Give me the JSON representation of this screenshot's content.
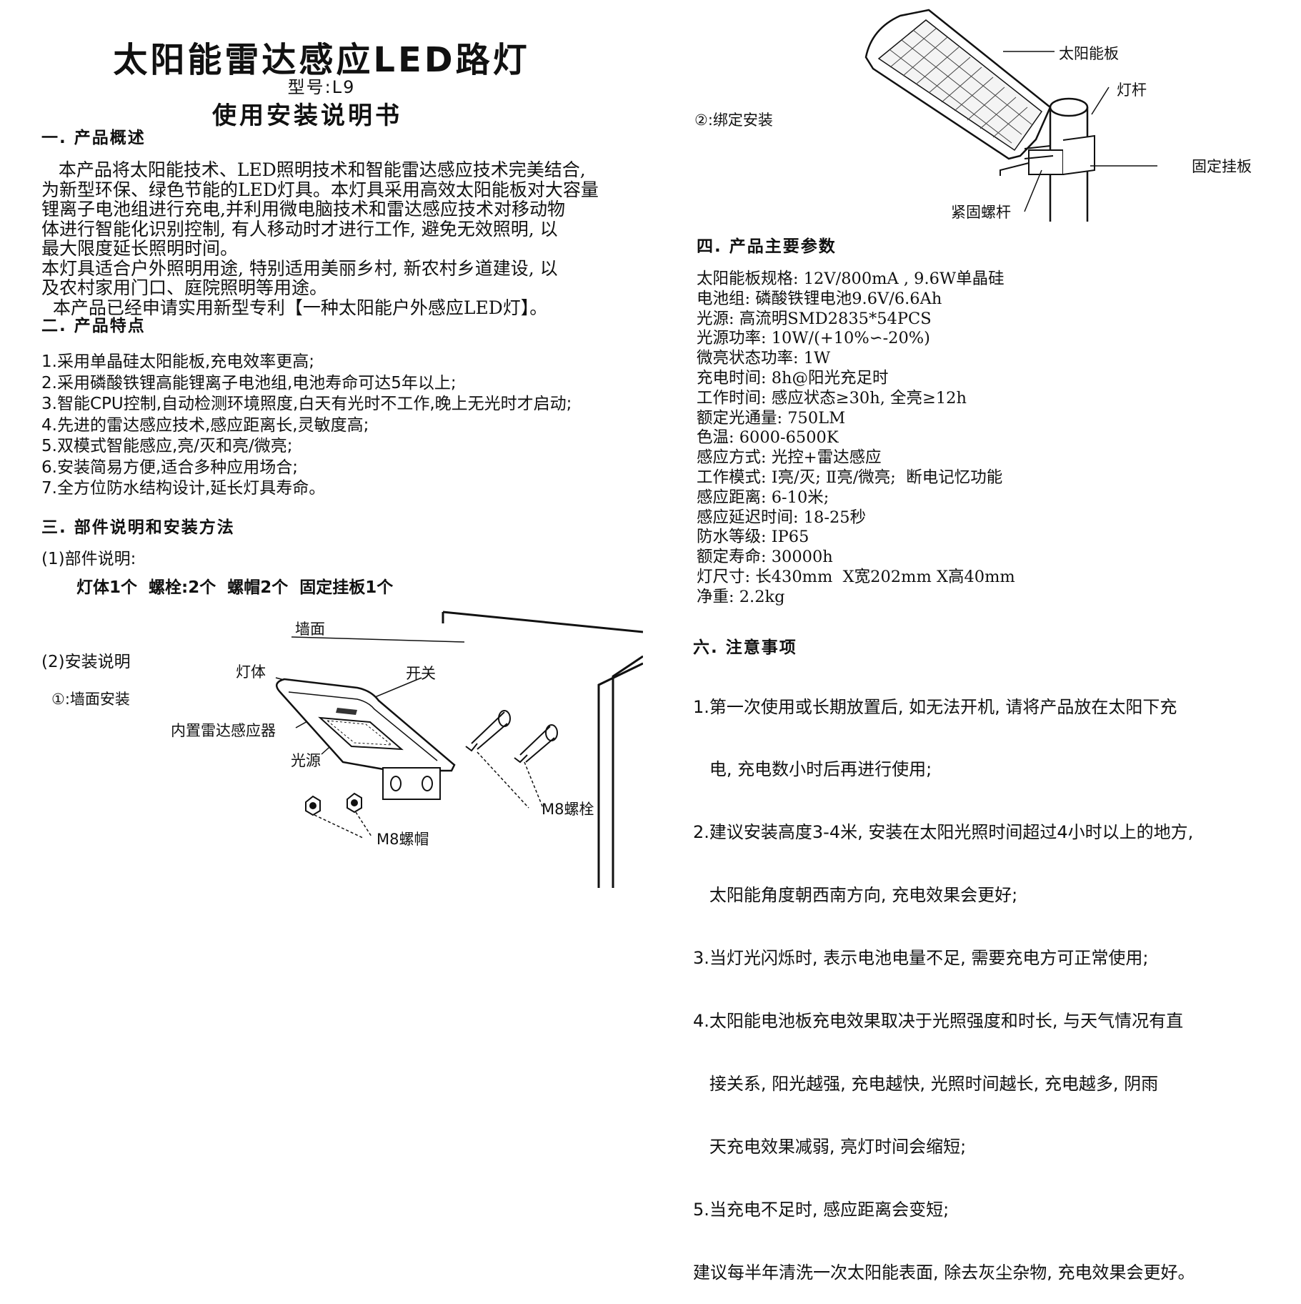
{
  "header": {
    "title": "太阳能雷达感应LED路灯",
    "model": "型号:L9",
    "subtitle": "使用安装说明书"
  },
  "section1": {
    "heading": "一. 产品概述",
    "lines": [
      "   本产品将太阳能技术、LED照明技术和智能雷达感应技术完美结合,",
      "为新型环保、绿色节能的LED灯具。本灯具采用高效太阳能板对大容量",
      "锂离子电池组进行充电,并利用微电脑技术和雷达感应技术对移动物",
      "体进行智能化识别控制, 有人移动时才进行工作, 避免无效照明, 以",
      "最大限度延长照明时间。",
      "本灯具适合户外照明用途, 特别适用美丽乡村, 新农村乡道建设, 以",
      "及农村家用门口、庭院照明等用途。",
      "  本产品已经申请实用新型专利【一种太阳能户外感应LED灯】。"
    ]
  },
  "section2": {
    "heading": "二. 产品特点",
    "items": [
      "1.采用单晶硅太阳能板,充电效率更高;",
      "2.采用磷酸铁锂高能锂离子电池组,电池寿命可达5年以上;",
      "3.智能CPU控制,自动检测环境照度,白天有光时不工作,晚上无光时才启动;",
      "4.先进的雷达感应技术,感应距离长,灵敏度高;",
      "5.双模式智能感应,亮/灭和亮/微亮;",
      "6.安装简易方便,适合多种应用场合;",
      "7.全方位防水结构设计,延长灯具寿命。"
    ]
  },
  "section3": {
    "heading": "三. 部件说明和安装方法",
    "parts_heading": "(1)部件说明:",
    "parts_list": "灯体1个  螺栓:2个  螺帽2个  固定挂板1个",
    "install_heading": "(2)安装说明",
    "wall_mount": "①:墙面安装",
    "wall_labels": {
      "wall": "墙面",
      "body": "灯体",
      "switch": "开关",
      "radar": "内置雷达感应器",
      "light": "光源",
      "bolt": "M8螺栓",
      "nut": "M8螺帽"
    }
  },
  "pole_install": {
    "label": "②:绑定安装",
    "labels": {
      "panel": "太阳能板",
      "pole": "灯杆",
      "plate": "固定挂板",
      "screw": "紧固螺杆"
    }
  },
  "section4": {
    "heading": "四. 产品主要参数",
    "specs": [
      "太阳能板规格: 12V/800mA , 9.6W单晶硅",
      "电池组: 磷酸铁锂电池9.6V/6.6Ah",
      "光源: 高流明SMD2835*54PCS",
      "光源功率: 10W/(+10%∽-20%)",
      "微亮状态功率: 1W",
      "充电时间: 8h@阳光充足时",
      "工作时间: 感应状态≥30h, 全亮≥12h",
      "额定光通量: 750LM",
      "色温: 6000-6500K",
      "感应方式: 光控+雷达感应",
      "工作模式: Ⅰ亮/灭; Ⅱ亮/微亮;  断电记忆功能",
      "感应距离: 6-10米;",
      "感应延迟时间: 18-25秒",
      "防水等级: IP65",
      "额定寿命: 30000h",
      "灯尺寸: 长430mm  X宽202mm X高40mm",
      "净重: 2.2kg"
    ]
  },
  "section6": {
    "heading": "六. 注意事项",
    "lines": [
      "1.第一次使用或长期放置后, 如无法开机, 请将产品放在太阳下充",
      "   电, 充电数小时后再进行使用;",
      "2.建议安装高度3-4米, 安装在太阳光照时间超过4小时以上的地方,",
      "   太阳能角度朝西南方向, 充电效果会更好;",
      "3.当灯光闪烁时, 表示电池电量不足, 需要充电方可正常使用;",
      "4.太阳能电池板充电效果取决于光照强度和时长, 与天气情况有直",
      "   接关系, 阳光越强, 充电越快, 光照时间越长, 充电越多, 阴雨",
      "   天充电效果减弱, 亮灯时间会缩短;",
      "5.当充电不足时, 感应距离会变短;",
      "建议每半年清洗一次太阳能表面, 除去灰尘杂物, 充电效果会更好。"
    ]
  }
}
